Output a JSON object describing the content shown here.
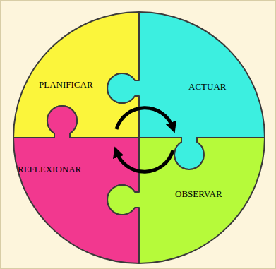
{
  "diagram": {
    "nodes": [
      {
        "text": [
          "PLANIFICAR"
        ]
      },
      {
        "text": [
          "ACTUAR"
        ]
      },
      {
        "text": [
          "REFLEXIONAR"
        ]
      },
      {
        "text": [
          "OBSERVAR"
        ]
      }
    ],
    "edges": [
      {
        "from": 0,
        "to": 1,
        "arrow": "to"
      },
      {
        "from": 3,
        "to": 2,
        "arrow": "to"
      }
    ]
  }
}
